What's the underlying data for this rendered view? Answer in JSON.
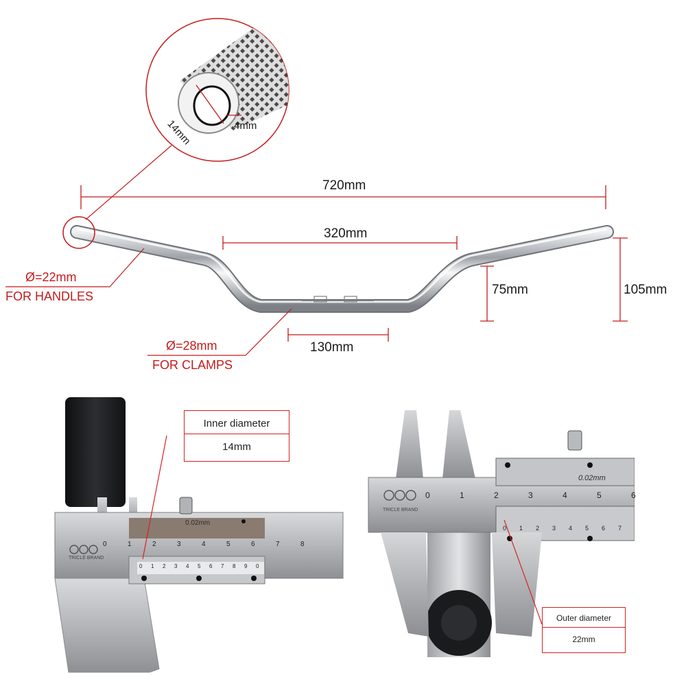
{
  "diagram": {
    "detail": {
      "inner_label": "14mm",
      "wall_label": "4mm"
    },
    "total_width": "720mm",
    "center_width": "320mm",
    "rise": "75mm",
    "height": "105mm",
    "clamp_width": "130mm",
    "handle_diameter": "Ø=22mm",
    "handle_note": "FOR HANDLES",
    "clamp_diameter": "Ø=28mm",
    "clamp_note": "FOR CLAMPS"
  },
  "photo_left": {
    "callout_title": "Inner diameter",
    "callout_value": "14mm",
    "brand": "TRICLE BRAND",
    "vernier": "0.02mm",
    "main_scale": [
      "0",
      "1",
      "2",
      "3",
      "4",
      "5",
      "6",
      "7",
      "8"
    ],
    "vernier_scale": [
      "0",
      "1",
      "2",
      "3",
      "4",
      "5",
      "6",
      "7",
      "8",
      "9",
      "0"
    ]
  },
  "photo_right": {
    "callout_title": "Outer diameter",
    "callout_value": "22mm",
    "brand": "TRICLE BRAND",
    "vernier": "0.02mm",
    "main_scale": [
      "0",
      "1",
      "2",
      "3",
      "4",
      "5",
      "6"
    ],
    "vernier_scale": [
      "0",
      "1",
      "2",
      "3",
      "4",
      "5",
      "6",
      "7"
    ]
  },
  "colors": {
    "accent": "#d42222",
    "chrome": "#c9ccd0",
    "steel": "#a9abae",
    "grip": "#1c1d1f"
  }
}
